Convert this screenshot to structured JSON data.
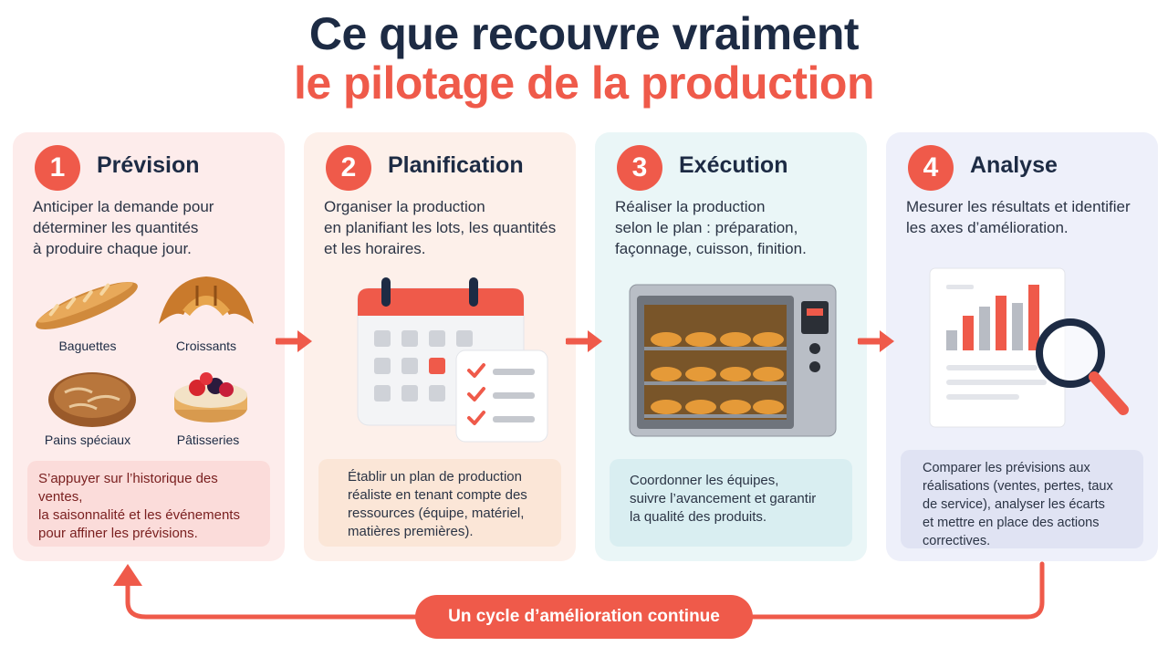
{
  "title": {
    "line1": "Ce que recouvre vraiment",
    "line2": "le pilotage de la production"
  },
  "colors": {
    "accent": "#ef5a4a",
    "navy": "#1d2b44"
  },
  "steps": [
    {
      "number": "1",
      "name": "Prévision",
      "desc_lines": [
        "Anticiper la demande pour",
        "déterminer les quantités",
        "à produire chaque jour."
      ],
      "products": [
        "Baguettes",
        "Croissants",
        "Pains spéciaux",
        "Pâtisseries"
      ],
      "box_lines": [
        "S’appuyer sur l’historique des ventes,",
        "la saisonnalité et les événements",
        "pour affiner les prévisions."
      ]
    },
    {
      "number": "2",
      "name": "Planification",
      "desc_lines": [
        "Organiser la production",
        "en planifiant les lots, les quantités",
        "et les horaires."
      ],
      "box_lines": [
        "Établir un plan de production",
        "réaliste en tenant compte des",
        "ressources (équipe, matériel,",
        "matières premières)."
      ]
    },
    {
      "number": "3",
      "name": "Exécution",
      "desc_lines": [
        "Réaliser la production",
        "selon le plan : préparation,",
        "façonnage, cuisson, finition."
      ],
      "box_lines": [
        "Coordonner les équipes,",
        "suivre l’avancement et garantir",
        "la qualité des produits."
      ]
    },
    {
      "number": "4",
      "name": "Analyse",
      "desc_lines": [
        "Mesurer les résultats et identifier",
        "les axes d’amélioration."
      ],
      "box_lines": [
        "Comparer les prévisions aux",
        "réalisations (ventes, pertes, taux",
        "de service), analyser les écarts",
        "et mettre en place des actions",
        "correctives."
      ]
    }
  ],
  "icons": [
    "baguette-icon",
    "croissant-icon",
    "bread-icon",
    "pastry-icon",
    "calendar-icon",
    "checklist-icon",
    "oven-icon",
    "bar-chart-icon",
    "magnifier-icon",
    "arrow-right-icon"
  ],
  "cycle_label": "Un cycle d’amélioration continue"
}
